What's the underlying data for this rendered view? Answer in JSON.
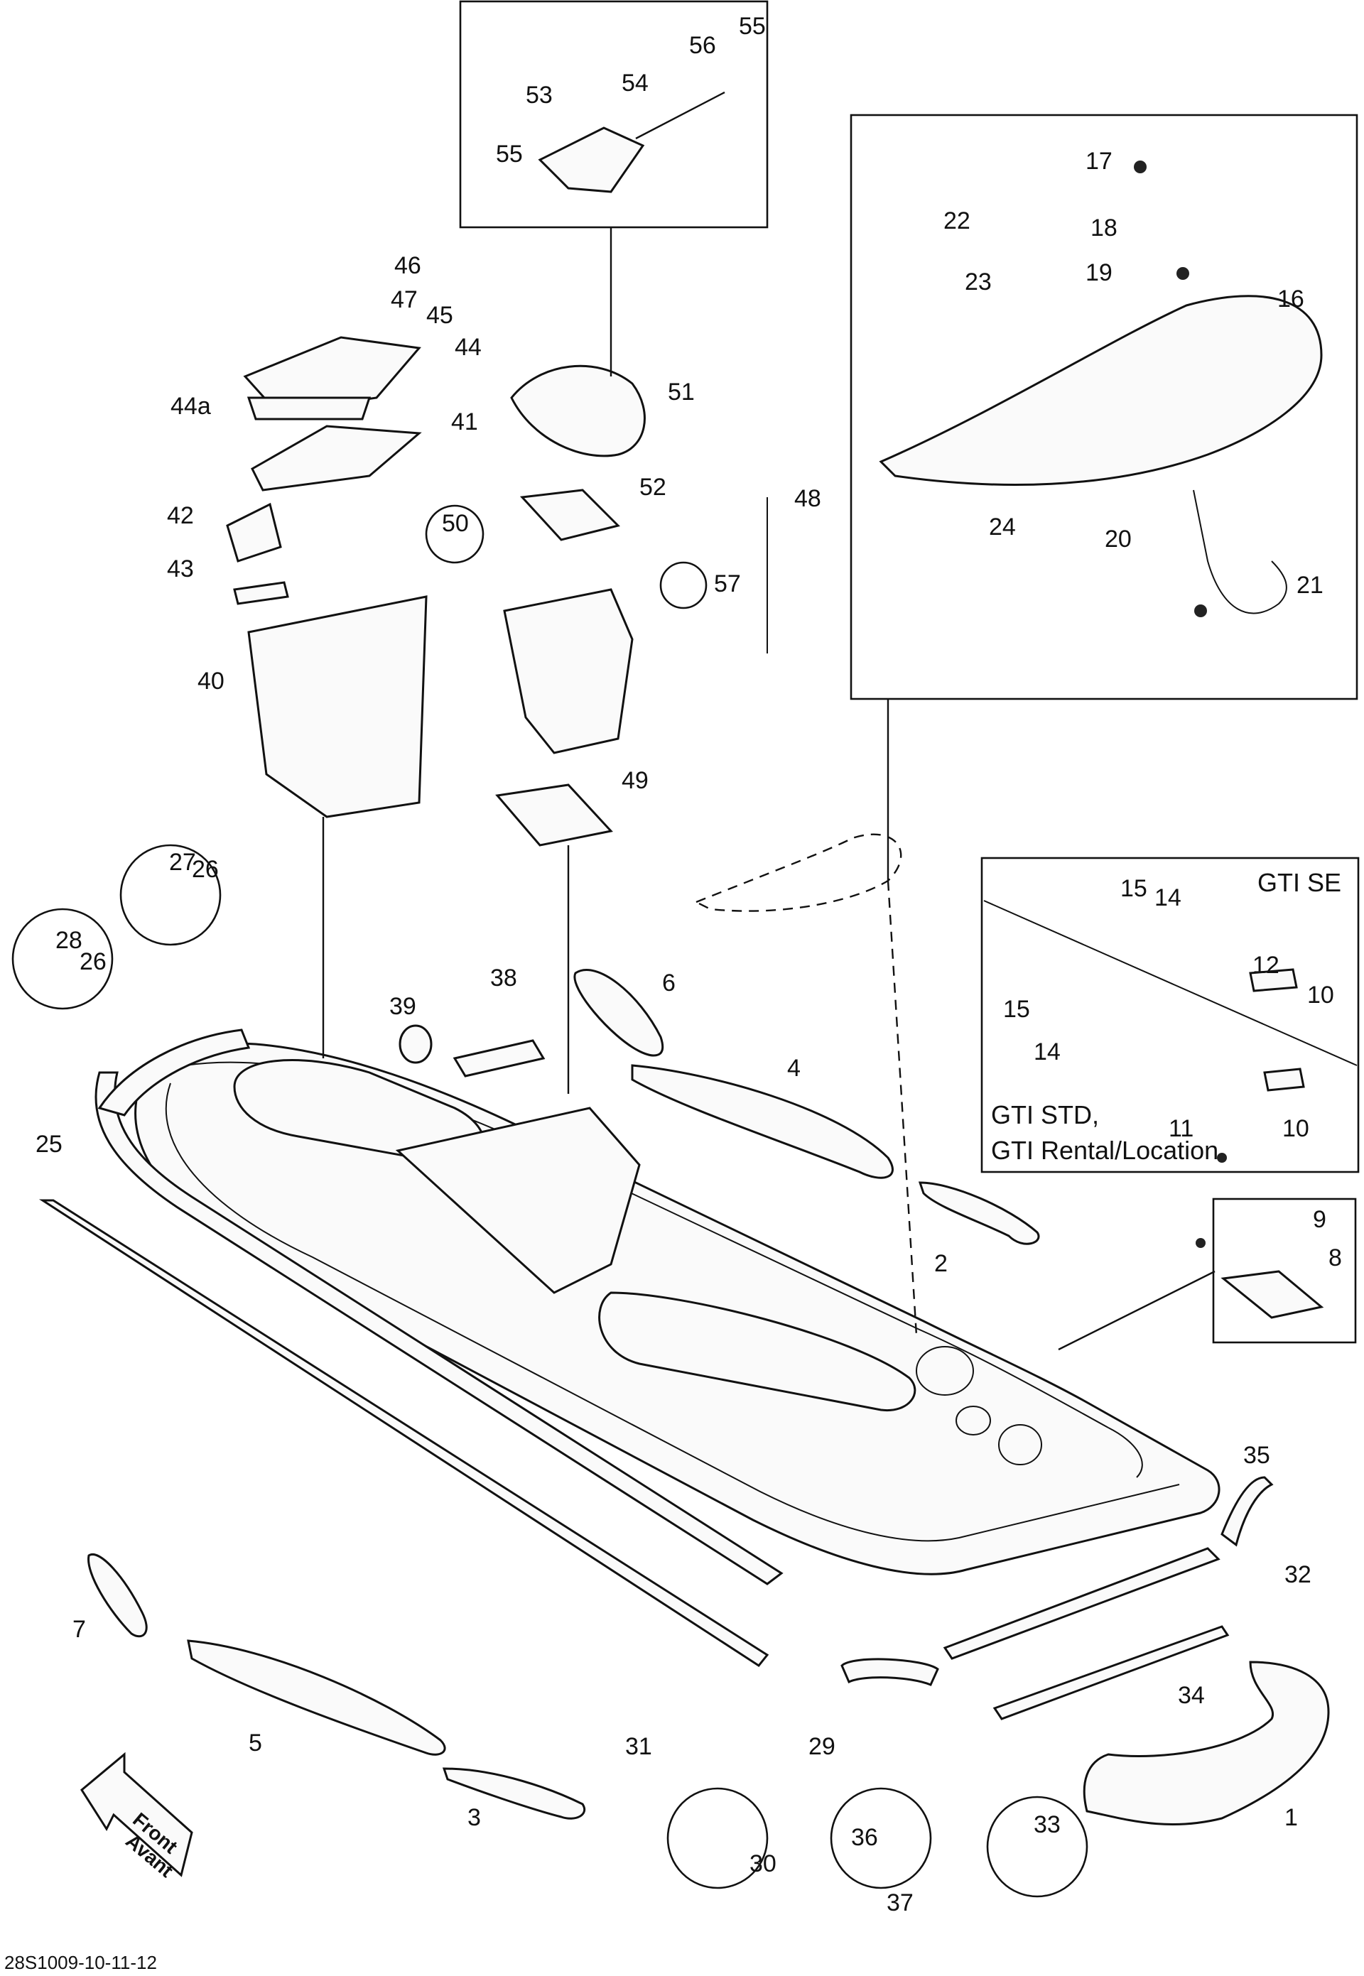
{
  "callouts": {
    "c1": "1",
    "c2": "2",
    "c3": "3",
    "c4": "4",
    "c5": "5",
    "c6": "6",
    "c7": "7",
    "c8": "8",
    "c9": "9",
    "c10a": "10",
    "c10b": "10",
    "c11": "11",
    "c12": "12",
    "c14a": "14",
    "c14b": "14",
    "c15a": "15",
    "c15b": "15",
    "c16": "16",
    "c17": "17",
    "c18": "18",
    "c19": "19",
    "c20": "20",
    "c21": "21",
    "c22": "22",
    "c23": "23",
    "c24": "24",
    "c25": "25",
    "c26a": "26",
    "c26b": "26",
    "c27": "27",
    "c28": "28",
    "c29": "29",
    "c30": "30",
    "c31": "31",
    "c32": "32",
    "c33": "33",
    "c34": "34",
    "c35": "35",
    "c36": "36",
    "c37": "37",
    "c38": "38",
    "c39": "39",
    "c40": "40",
    "c41": "41",
    "c42": "42",
    "c43": "43",
    "c44": "44",
    "c44a": "44a",
    "c45": "45",
    "c46": "46",
    "c47": "47",
    "c48": "48",
    "c49": "49",
    "c50": "50",
    "c51": "51",
    "c52": "52",
    "c53": "53",
    "c54": "54",
    "c55a": "55",
    "c55b": "55",
    "c56": "56",
    "c57": "57"
  },
  "notes": {
    "gti_se": "GTI SE",
    "gti_std": "GTI STD,",
    "gti_rental": "GTI Rental/Location",
    "front": "Front",
    "avant": "Avant",
    "ref": "28S1009-10-11-12"
  }
}
